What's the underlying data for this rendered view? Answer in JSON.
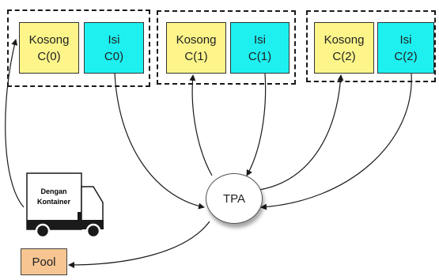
{
  "groups": [
    {
      "kosong": [
        "Kosong",
        "C(0)"
      ],
      "isi": [
        "Isi",
        "C0)"
      ]
    },
    {
      "kosong": [
        "Kosong",
        "C(1)"
      ],
      "isi": [
        "Isi",
        "C(1)"
      ]
    },
    {
      "kosong": [
        "Kosong",
        "C(2)"
      ],
      "isi": [
        "Isi",
        "C(2)"
      ]
    }
  ],
  "tpa_label": "TPA",
  "truck_label": [
    "Dengan",
    "Kontainer"
  ],
  "pool_label": "Pool",
  "colors": {
    "kosong": "#fdf58a",
    "isi": "#1ef0f0",
    "pool": "#f7c592"
  }
}
